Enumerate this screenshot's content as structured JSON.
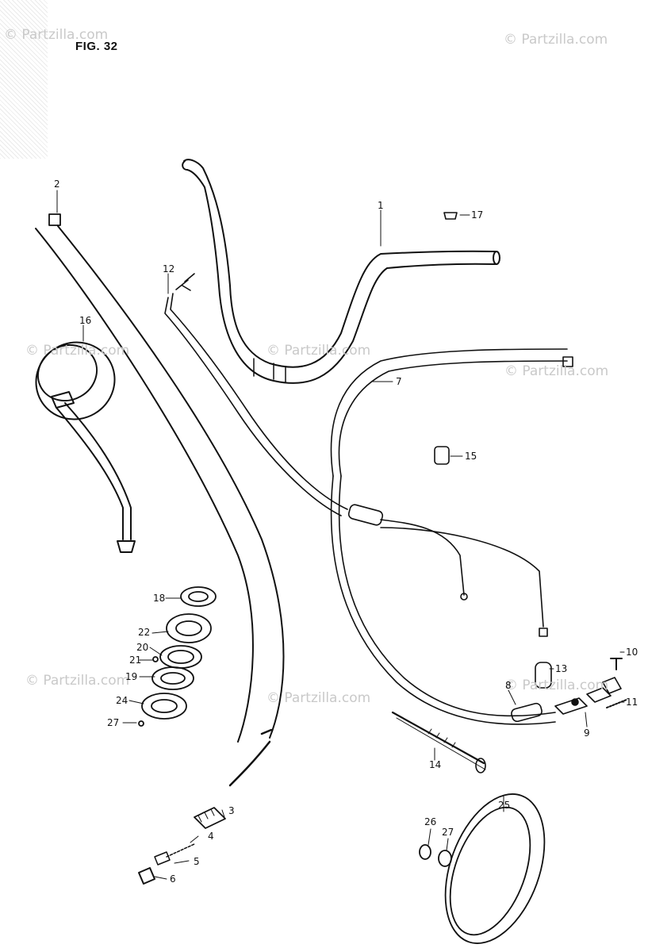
{
  "figure": {
    "title": "FIG. 32"
  },
  "watermark": {
    "text": "© Partzilla.com"
  },
  "callouts": [
    {
      "id": "c1",
      "text": "1"
    },
    {
      "id": "c2",
      "text": "2"
    },
    {
      "id": "c3",
      "text": "3"
    },
    {
      "id": "c4",
      "text": "4"
    },
    {
      "id": "c5",
      "text": "5"
    },
    {
      "id": "c6",
      "text": "6"
    },
    {
      "id": "c7",
      "text": "7"
    },
    {
      "id": "c8",
      "text": "8"
    },
    {
      "id": "c9",
      "text": "9"
    },
    {
      "id": "c10",
      "text": "10"
    },
    {
      "id": "c11",
      "text": "11"
    },
    {
      "id": "c12",
      "text": "12"
    },
    {
      "id": "c13",
      "text": "13"
    },
    {
      "id": "c14",
      "text": "14"
    },
    {
      "id": "c15",
      "text": "15"
    },
    {
      "id": "c16",
      "text": "16"
    },
    {
      "id": "c17",
      "text": "17"
    },
    {
      "id": "c18",
      "text": "18"
    },
    {
      "id": "c19",
      "text": "19"
    },
    {
      "id": "c20",
      "text": "20"
    },
    {
      "id": "c21",
      "text": "21"
    },
    {
      "id": "c22",
      "text": "22"
    },
    {
      "id": "c24",
      "text": "24"
    },
    {
      "id": "c25",
      "text": "25"
    },
    {
      "id": "c26",
      "text": "26"
    },
    {
      "id": "c27a",
      "text": "27"
    },
    {
      "id": "c27b",
      "text": "27"
    }
  ],
  "colors": {
    "ink": "#111111",
    "watermark": "#c9c9c9",
    "background": "#ffffff"
  }
}
